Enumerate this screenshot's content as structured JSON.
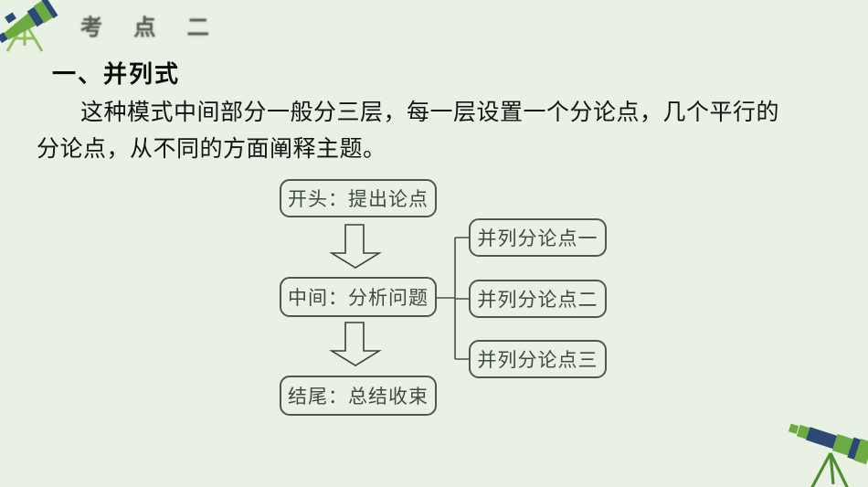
{
  "header": {
    "title": "考 点 二",
    "icon": "telescope-icon"
  },
  "section": {
    "heading": "一、并列式"
  },
  "paragraph": {
    "lines": [
      "这种模式中间部分一般分三层，每一层设置一个分论点，几个平行的",
      "分论点，从不同的方面阐释主题。"
    ]
  },
  "diagram": {
    "main_nodes": [
      {
        "label": "开头：提出论点"
      },
      {
        "label": "中间：分析问题"
      },
      {
        "label": "结尾：总结收束"
      }
    ],
    "branch_nodes": [
      {
        "label": "并列分论点一"
      },
      {
        "label": "并列分论点二"
      },
      {
        "label": "并列分论点三"
      }
    ]
  },
  "colors": {
    "background": "#e9f1e4",
    "box_border": "#51574f",
    "box_text": "#414a40",
    "body_text": "#131313",
    "badge_text": "#5b5f58",
    "telescope_green": "#6cab41",
    "telescope_navy": "#2d4874",
    "tripod_light_green": "#93c05f",
    "tripod_dark_green": "#4d8c30"
  }
}
